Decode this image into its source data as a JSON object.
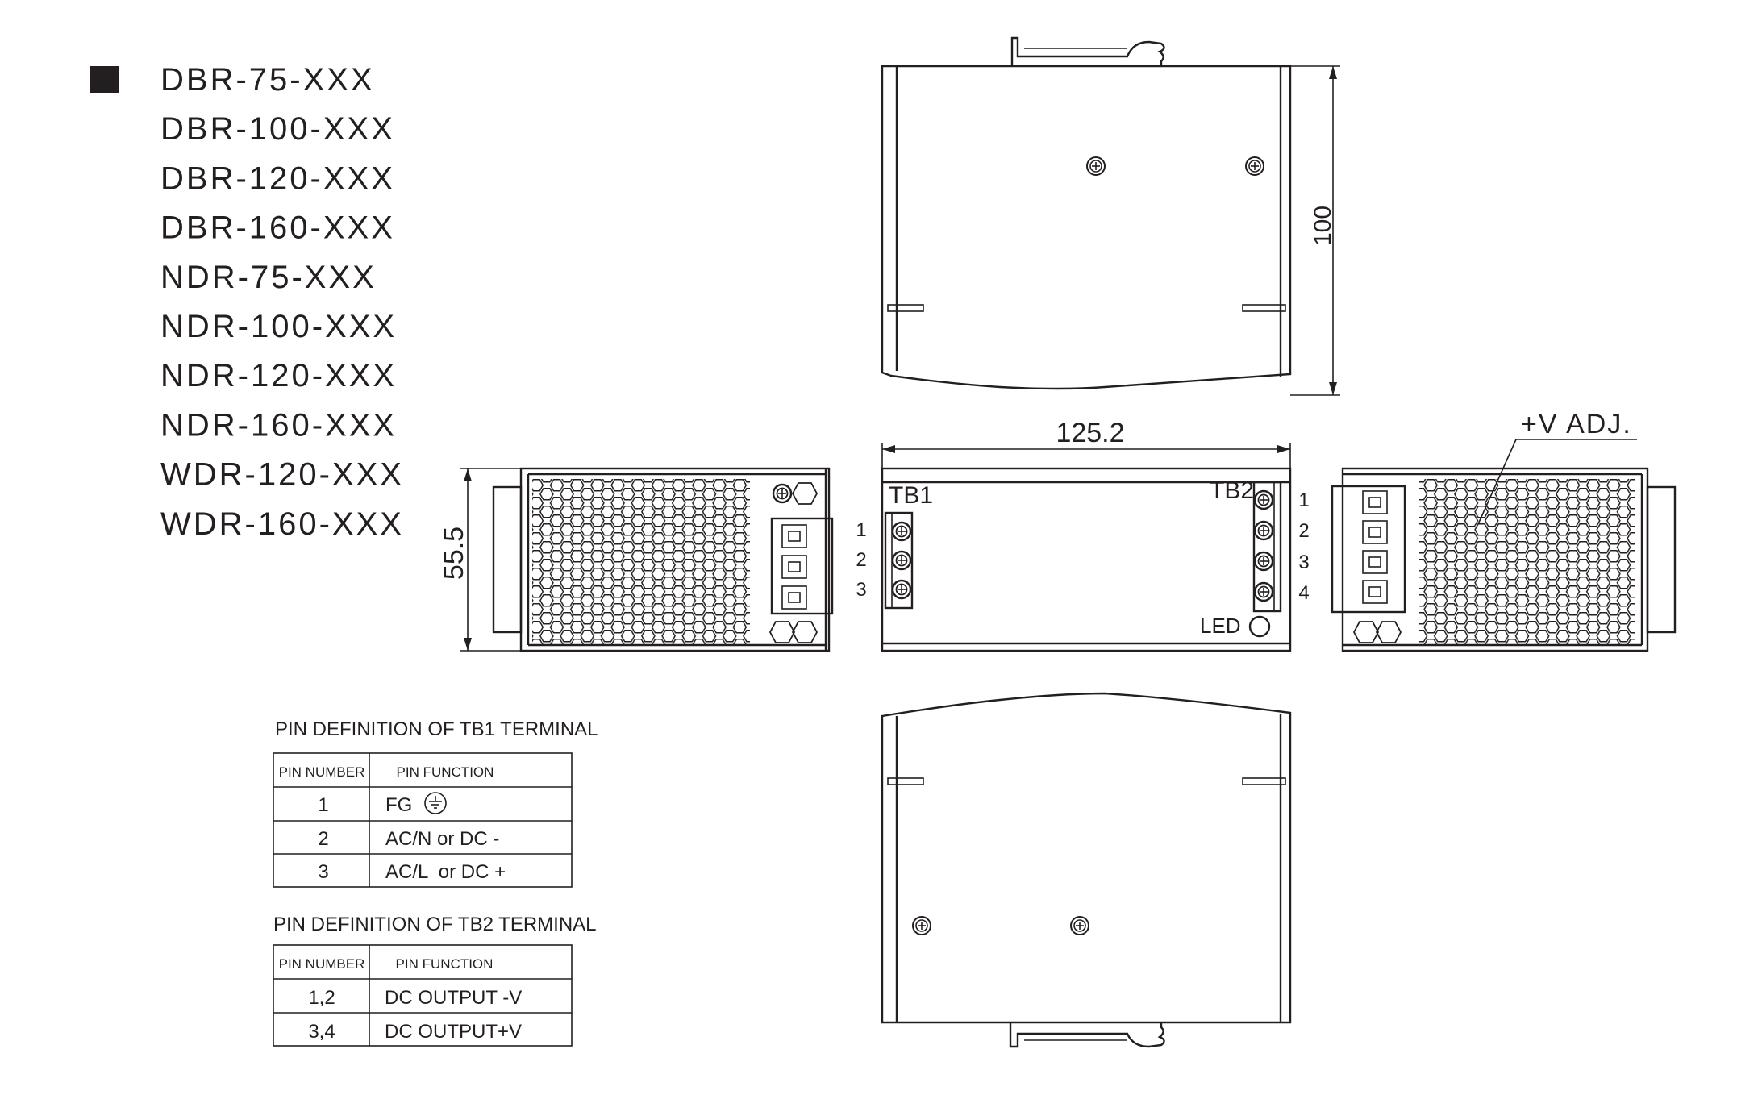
{
  "models": [
    "DBR-75-XXX",
    "DBR-100-XXX",
    "DBR-120-XXX",
    "DBR-160-XXX",
    "NDR-75-XXX",
    "NDR-100-XXX",
    "NDR-120-XXX",
    "NDR-160-XXX",
    "WDR-120-XXX",
    "WDR-160-XXX"
  ],
  "dimensions": {
    "height": "100",
    "width": "125.2",
    "depth": "55.5"
  },
  "labels": {
    "tb1": "TB1",
    "tb2": "TB2",
    "led": "LED",
    "v_adj": "+V ADJ.",
    "tb1_pins": [
      "1",
      "2",
      "3"
    ],
    "tb2_pins": [
      "1",
      "2",
      "3",
      "4"
    ]
  },
  "tb1_table": {
    "title": "PIN DEFINITION OF TB1 TERMINAL",
    "headers": [
      "PIN NUMBER",
      "PIN FUNCTION"
    ],
    "rows": [
      [
        "1",
        "FG"
      ],
      [
        "2",
        "AC/N or DC -"
      ],
      [
        "3",
        "AC/L  or DC +"
      ]
    ]
  },
  "tb2_table": {
    "title": "PIN DEFINITION OF TB2 TERMINAL",
    "headers": [
      "PIN NUMBER",
      "PIN FUNCTION"
    ],
    "rows": [
      [
        "1,2",
        "DC OUTPUT -V"
      ],
      [
        "3,4",
        "DC OUTPUT+V"
      ]
    ]
  }
}
